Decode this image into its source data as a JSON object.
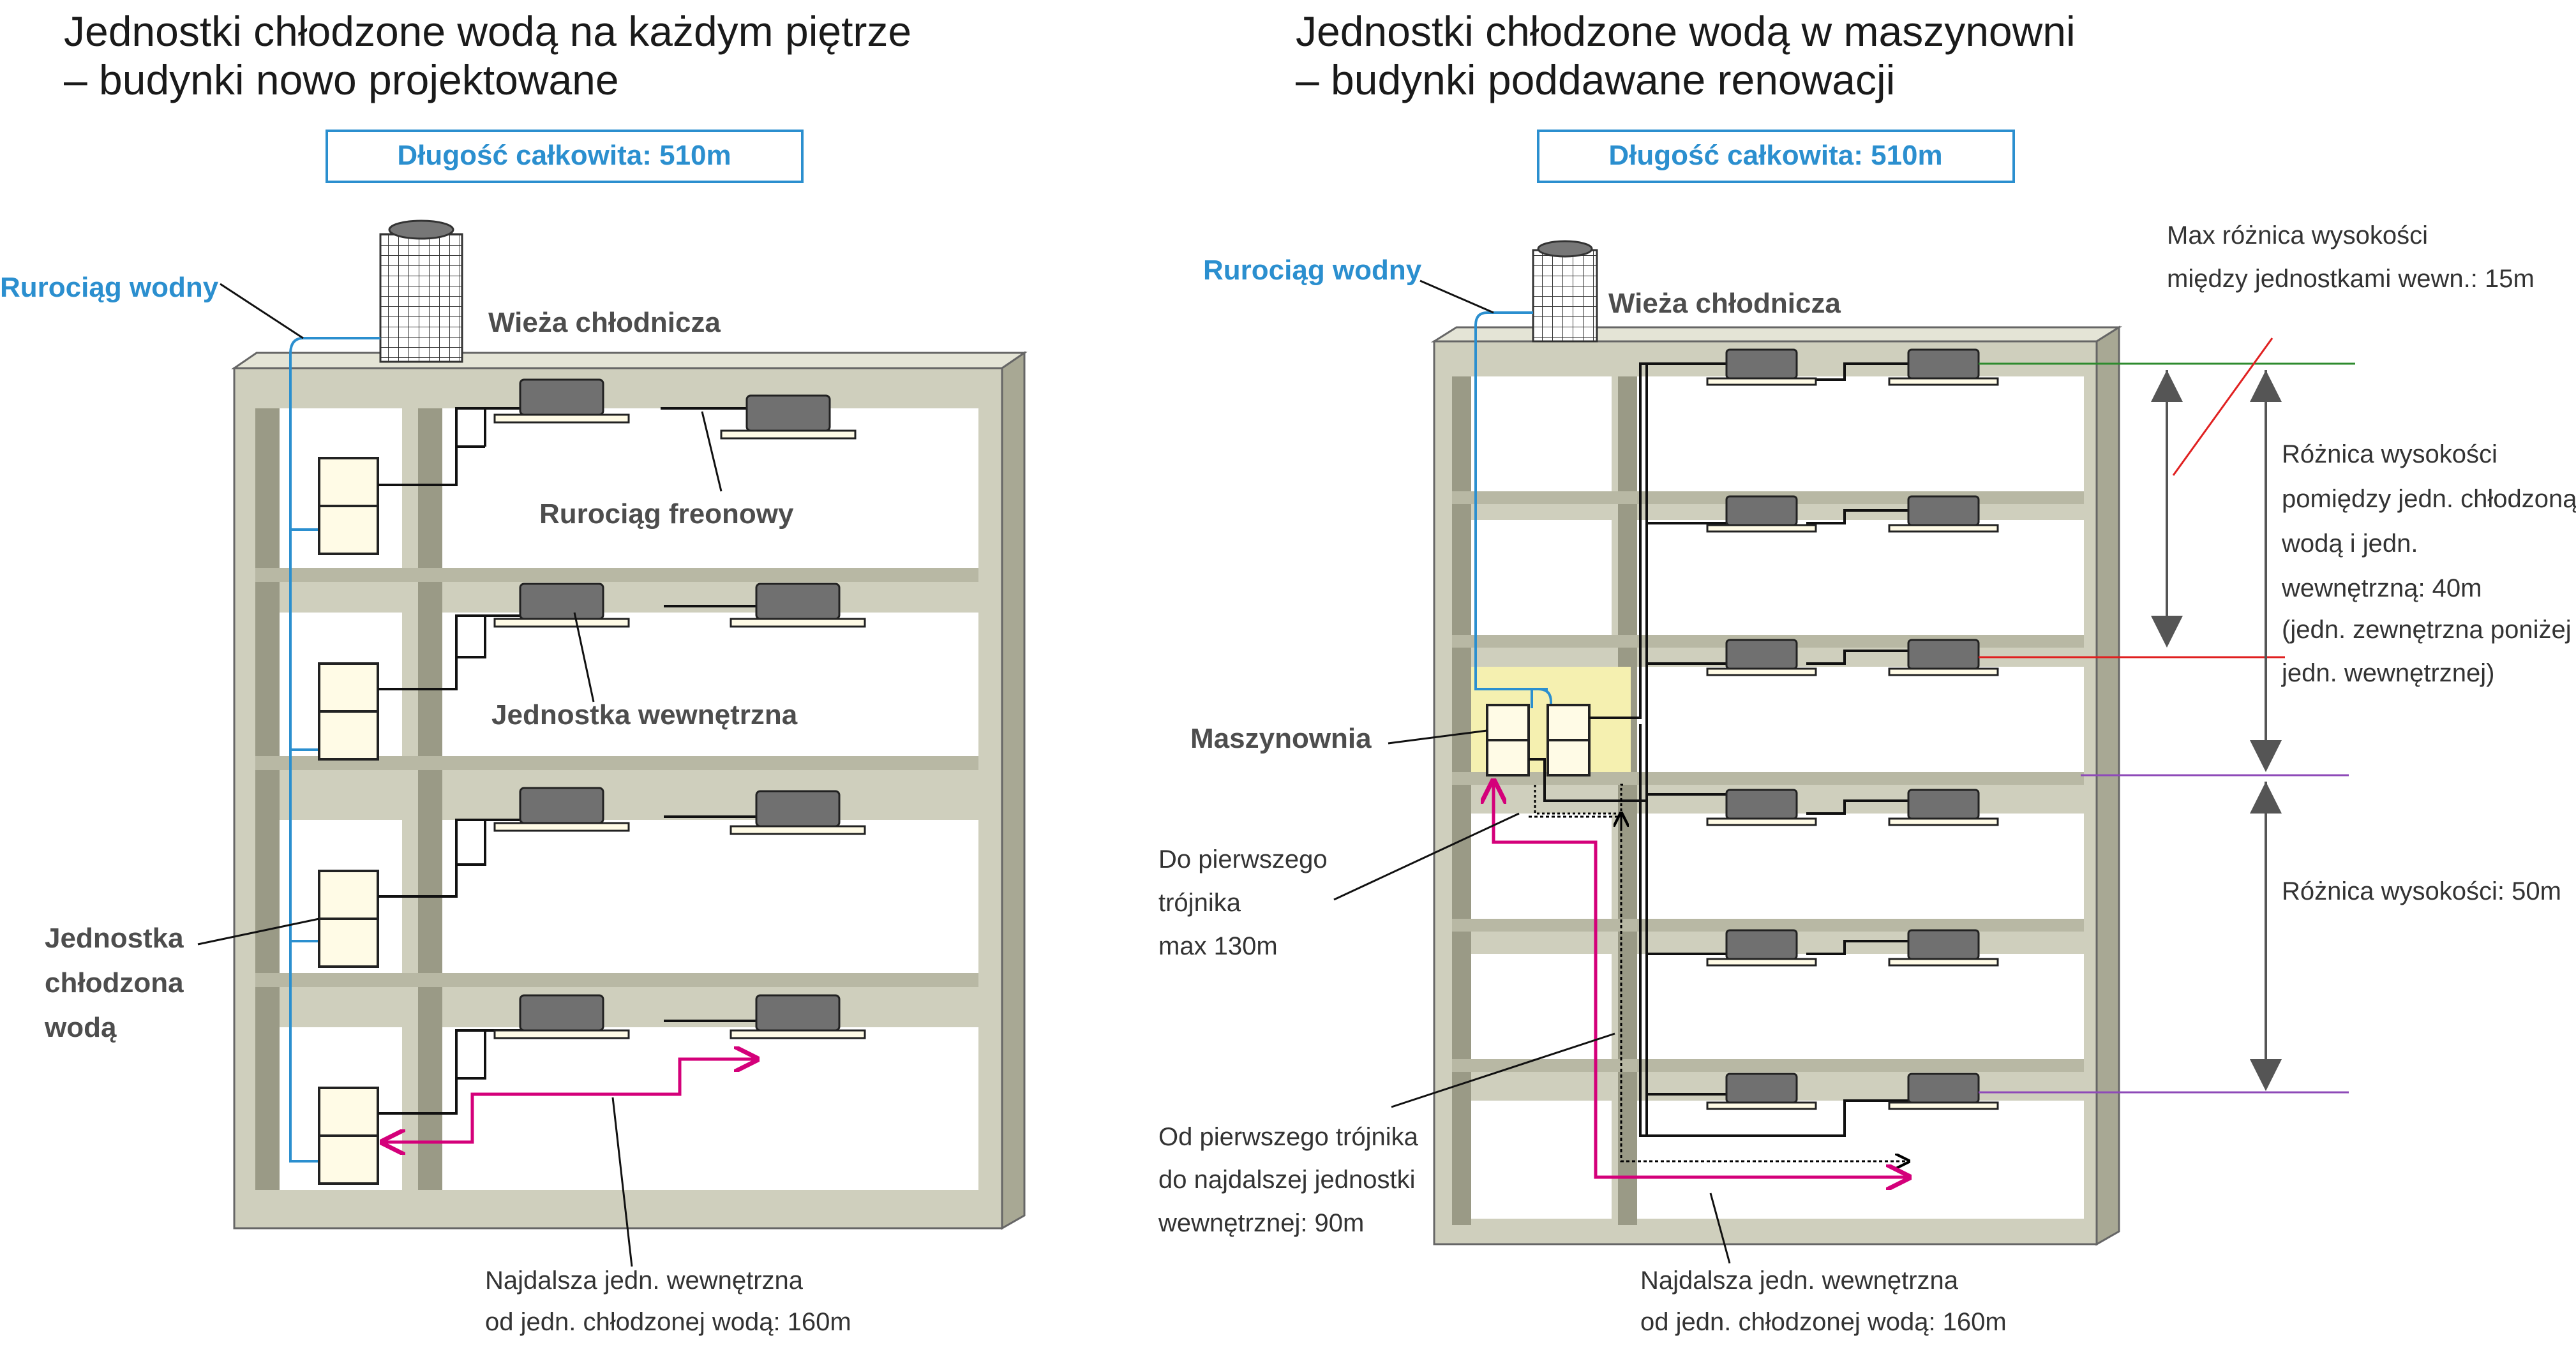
{
  "left": {
    "title_line1": "Jednostki chłodzone wodą na każdym piętrze",
    "title_line2": "– budynki nowo projektowane",
    "total_length": "Długość całkowita: 510m",
    "water_pipe": "Rurociąg wodny",
    "cooling_tower": "Wieża chłodnicza",
    "freon_pipe": "Rurociąg freonowy",
    "indoor_unit": "Jednostka wewnętrzna",
    "wcu_line1": "Jednostka",
    "wcu_line2": "chłodzona",
    "wcu_line3": "wodą",
    "farthest_line1": "Najdalsza jedn. wewnętrzna",
    "farthest_line2": "od jedn. chłodzonej wodą: 160m"
  },
  "right": {
    "title_line1": "Jednostki chłodzone wodą w maszynowni",
    "title_line2": "– budynki poddawane renowacji",
    "total_length": "Długość całkowita: 510m",
    "water_pipe": "Rurociąg wodny",
    "cooling_tower": "Wieża chłodnicza",
    "machine_room": "Maszynownia",
    "max_diff_line1": "Max różnica wysokości",
    "max_diff_line2": "między jednostkami wewn.: 15m",
    "diff40_line1": "Różnica wysokości",
    "diff40_line2": "pomiędzy jedn. chłodzoną",
    "diff40_line3": "wodą i jedn.",
    "diff40_line4": "wewnętrzną: 40m",
    "diff40_line5": "(jedn. zewnętrzna poniżej",
    "diff40_line6": "jedn. wewnętrznej)",
    "diff50": "Różnica wysokości: 50m",
    "first_tee_line1": "Do pierwszego",
    "first_tee_line2": "trójnika",
    "first_tee_line3": "max 130m",
    "from_tee_line1": "Od pierwszego trójnika",
    "from_tee_line2": "do najdalszej jednostki",
    "from_tee_line3": "wewnętrznej: 90m",
    "farthest_line1": "Najdalsza jedn. wewnętrzna",
    "farthest_line2": "od jedn. chłodzonej wodą: 160m"
  },
  "colors": {
    "building": "#cfcfbd",
    "building_shade": "#9a9a86",
    "water_pipe": "#2b8fcf",
    "route": "#d4007a",
    "green_line": "#2e8b2e",
    "red_line": "#e02020",
    "purple_line": "#8e4ab8",
    "machine_room": "#f5f0b0",
    "unit_fill": "#fffbe6",
    "indoor_unit": "#707070"
  }
}
